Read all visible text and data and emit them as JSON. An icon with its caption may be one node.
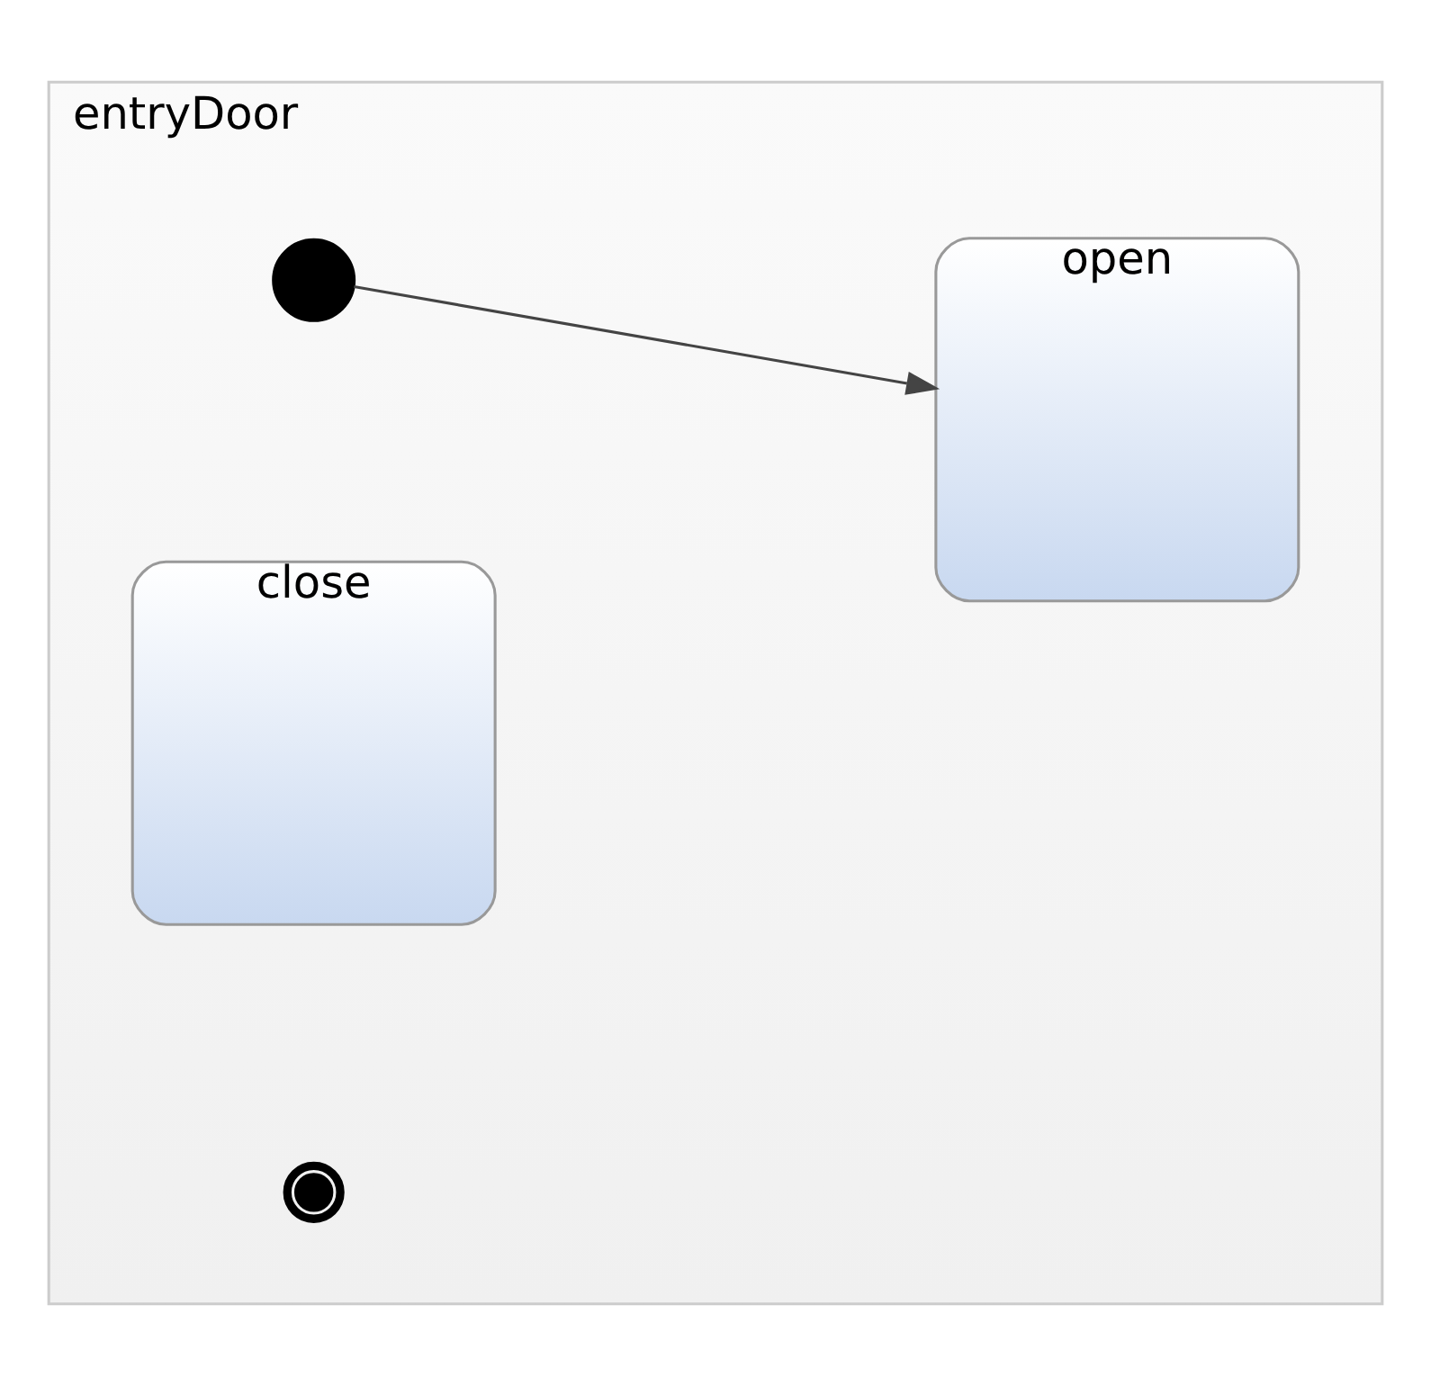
{
  "diagram": {
    "nodes": [
      {
        "text": [
          "entryDoor"
        ]
      },
      {
        "text": [],
        "shape": "circle",
        "in": 0
      },
      {
        "text": [
          "open"
        ],
        "in": 0
      },
      {
        "text": [
          "close"
        ],
        "in": 0
      },
      {
        "text": [],
        "shape": "circle",
        "in": 0
      }
    ],
    "edges": [
      {
        "from": 1,
        "to": 2,
        "arrow": "to"
      }
    ]
  }
}
